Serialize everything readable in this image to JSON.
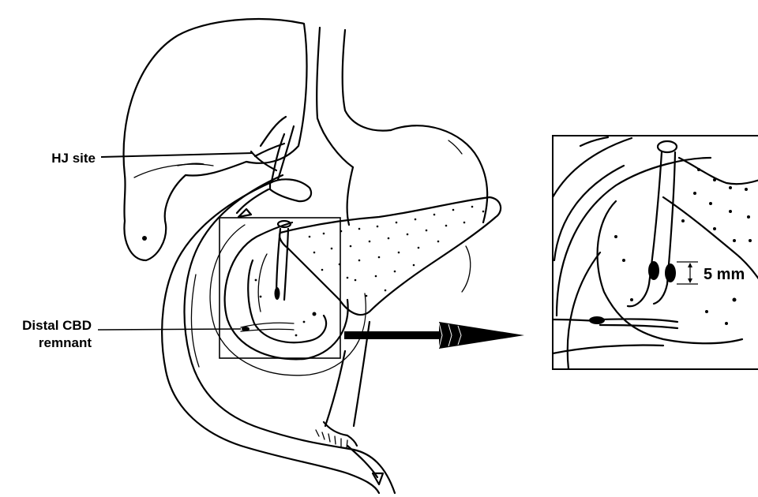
{
  "labels": {
    "hj_site": "HJ site",
    "distal_cbd_line1": "Distal CBD",
    "distal_cbd_line2": "remnant",
    "measurement": "5 mm"
  },
  "colors": {
    "ink": "#000000",
    "background": "#ffffff"
  }
}
